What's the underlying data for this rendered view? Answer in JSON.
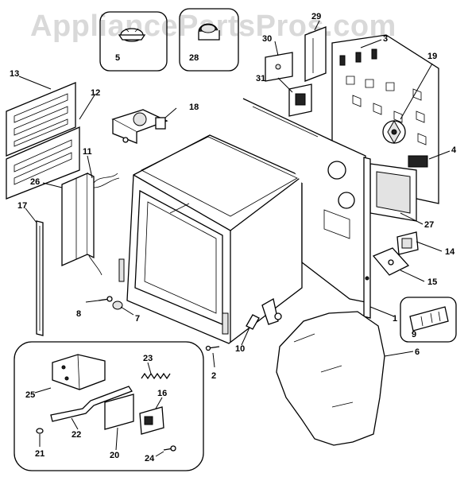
{
  "watermark": "AppliancePartsPros.com",
  "part_labels": {
    "p1": "1",
    "p2": "2",
    "p3": "3",
    "p4": "4",
    "p5": "5",
    "p6": "6",
    "p7": "7",
    "p8": "8",
    "p9": "9",
    "p10": "10",
    "p11": "11",
    "p12": "12",
    "p13": "13",
    "p14": "14",
    "p15": "15",
    "p16": "16",
    "p17": "17",
    "p18": "18",
    "p19": "19",
    "p20": "20",
    "p21": "21",
    "p22": "22",
    "p23": "23",
    "p24": "24",
    "p25": "25",
    "p26": "26",
    "p27": "27",
    "p28": "28",
    "p29": "29",
    "p30": "30",
    "p31": "31"
  }
}
